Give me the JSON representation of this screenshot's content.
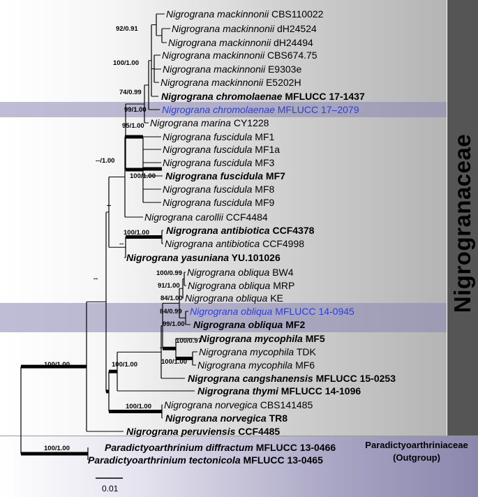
{
  "family": "Nigrogranaceae",
  "outgroup_family": "Paradictyoarthriniaceae",
  "outgroup_note": "(Outgroup)",
  "scale": "0.01",
  "taxa": [
    {
      "genus": "Nigrograna",
      "species": "mackinnonii",
      "strain": "CBS110022",
      "bold": false,
      "blue": false
    },
    {
      "genus": "Nigrograna",
      "species": "mackinnonii",
      "strain": "dH24524",
      "bold": false,
      "blue": false
    },
    {
      "genus": "Nigrograna",
      "species": "mackinnonii",
      "strain": "dH24494",
      "bold": false,
      "blue": false
    },
    {
      "genus": "Nigrograna",
      "species": "mackinnonii",
      "strain": "CBS674.75",
      "bold": false,
      "blue": false
    },
    {
      "genus": "Nigrograna",
      "species": "mackinnonii",
      "strain": "E9303e",
      "bold": false,
      "blue": false
    },
    {
      "genus": "Nigrograna",
      "species": "mackinnonii",
      "strain": "E5202H",
      "bold": false,
      "blue": false
    },
    {
      "genus": "Nigrograna",
      "species": "chromolaenae",
      "strain": "MFLUCC 17-1437",
      "bold": true,
      "blue": false
    },
    {
      "genus": "Nigrograna",
      "species": "chromolaenae",
      "strain": "MFLUCC 17–2079",
      "bold": false,
      "blue": true
    },
    {
      "genus": "Nigrograna",
      "species": "marina",
      "strain": "CY1228",
      "bold": false,
      "blue": false
    },
    {
      "genus": "Nigrograna",
      "species": "fuscidula",
      "strain": "MF1",
      "bold": false,
      "blue": false
    },
    {
      "genus": "Nigrograna",
      "species": "fuscidula",
      "strain": "MF1a",
      "bold": false,
      "blue": false
    },
    {
      "genus": "Nigrograna",
      "species": "fuscidula",
      "strain": "MF3",
      "bold": false,
      "blue": false
    },
    {
      "genus": "Nigrograna",
      "species": "fuscidula",
      "strain": "MF7",
      "bold": true,
      "blue": false
    },
    {
      "genus": "Nigrograna",
      "species": "fuscidula",
      "strain": "MF8",
      "bold": false,
      "blue": false
    },
    {
      "genus": "Nigrograna",
      "species": "fuscidula",
      "strain": "MF9",
      "bold": false,
      "blue": false
    },
    {
      "genus": "Nigrograna",
      "species": "carollii",
      "strain": "CCF4484",
      "bold": false,
      "blue": false
    },
    {
      "genus": "Nigrograna",
      "species": "antibiotica",
      "strain": "CCF4378",
      "bold": true,
      "blue": false
    },
    {
      "genus": "Nigrograna",
      "species": "antibiotica",
      "strain": "CCF4998",
      "bold": false,
      "blue": false
    },
    {
      "genus": "Nigrograna",
      "species": "yasuniana",
      "strain": "YU.101026",
      "bold": true,
      "blue": false
    },
    {
      "genus": "Nigrograna",
      "species": "obliqua",
      "strain": "BW4",
      "bold": false,
      "blue": false
    },
    {
      "genus": "Nigrograna",
      "species": "obliqua",
      "strain": "MRP",
      "bold": false,
      "blue": false
    },
    {
      "genus": "Nigrograna",
      "species": "obliqua",
      "strain": "KE",
      "bold": false,
      "blue": false
    },
    {
      "genus": "Nigrograna",
      "species": "obliqua",
      "strain": "MFLUCC 14-0945",
      "bold": false,
      "blue": true
    },
    {
      "genus": "Nigrograna",
      "species": "obliqua",
      "strain": "MF2",
      "bold": true,
      "blue": false
    },
    {
      "genus": "Nigrograna",
      "species": "mycophila",
      "strain": "MF5",
      "bold": true,
      "blue": false
    },
    {
      "genus": "Nigrograna",
      "species": "mycophila",
      "strain": "TDK",
      "bold": false,
      "blue": false
    },
    {
      "genus": "Nigrograna",
      "species": "mycophila",
      "strain": "MF6",
      "bold": false,
      "blue": false
    },
    {
      "genus": "Nigrograna",
      "species": "cangshanensis",
      "strain": "MFLUCC 15-0253",
      "bold": true,
      "blue": false
    },
    {
      "genus": "Nigrograna",
      "species": "thymi",
      "strain": "MFLUCC 14-1096",
      "bold": true,
      "blue": false
    },
    {
      "genus": "Nigrograna",
      "species": "norvegica",
      "strain": "CBS141485",
      "bold": false,
      "blue": false
    },
    {
      "genus": "Nigrograna",
      "species": "norvegica",
      "strain": "TR8",
      "bold": true,
      "blue": false
    },
    {
      "genus": "Nigrograna",
      "species": "peruviensis",
      "strain": "CCF4485",
      "bold": true,
      "blue": false
    },
    {
      "genus": "Paradictyoarthrinium",
      "species": "diffractum",
      "strain": "MFLUCC 13-0466",
      "bold": true,
      "blue": false
    },
    {
      "genus": "Paradictyoarthrinium",
      "species": "tectonicola",
      "strain": "MFLUCC 13-0465",
      "bold": true,
      "blue": false
    }
  ],
  "supports": [
    "92/0.91",
    "100/1.00",
    "74/0.99",
    "99/1.00",
    "95/1.00",
    "100/1.00",
    "--/1.00",
    "--",
    "100/1.00",
    "--",
    "--",
    "100/0.99",
    "91/1.00",
    "84/1.00",
    "84/0.99",
    "99/1.00",
    "100/0.97",
    "--",
    "100/1.00",
    "100/1.00",
    "100/1.00",
    "100/1.00",
    "100/1.00"
  ]
}
